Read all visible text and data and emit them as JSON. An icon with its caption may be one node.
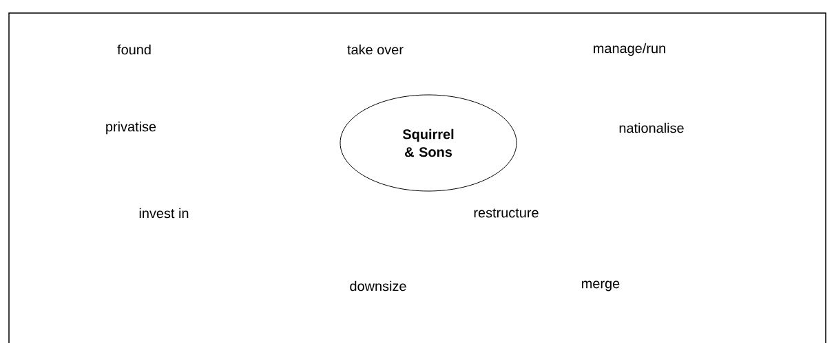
{
  "diagram": {
    "nodes": [
      {
        "text": [
          "Squirrel & Sons"
        ]
      }
    ],
    "edges": [],
    "labels": [
      "found",
      "take over",
      "manage/run",
      "privatise",
      "nationalise",
      "invest in",
      "restructure",
      "downsize",
      "merge"
    ]
  }
}
